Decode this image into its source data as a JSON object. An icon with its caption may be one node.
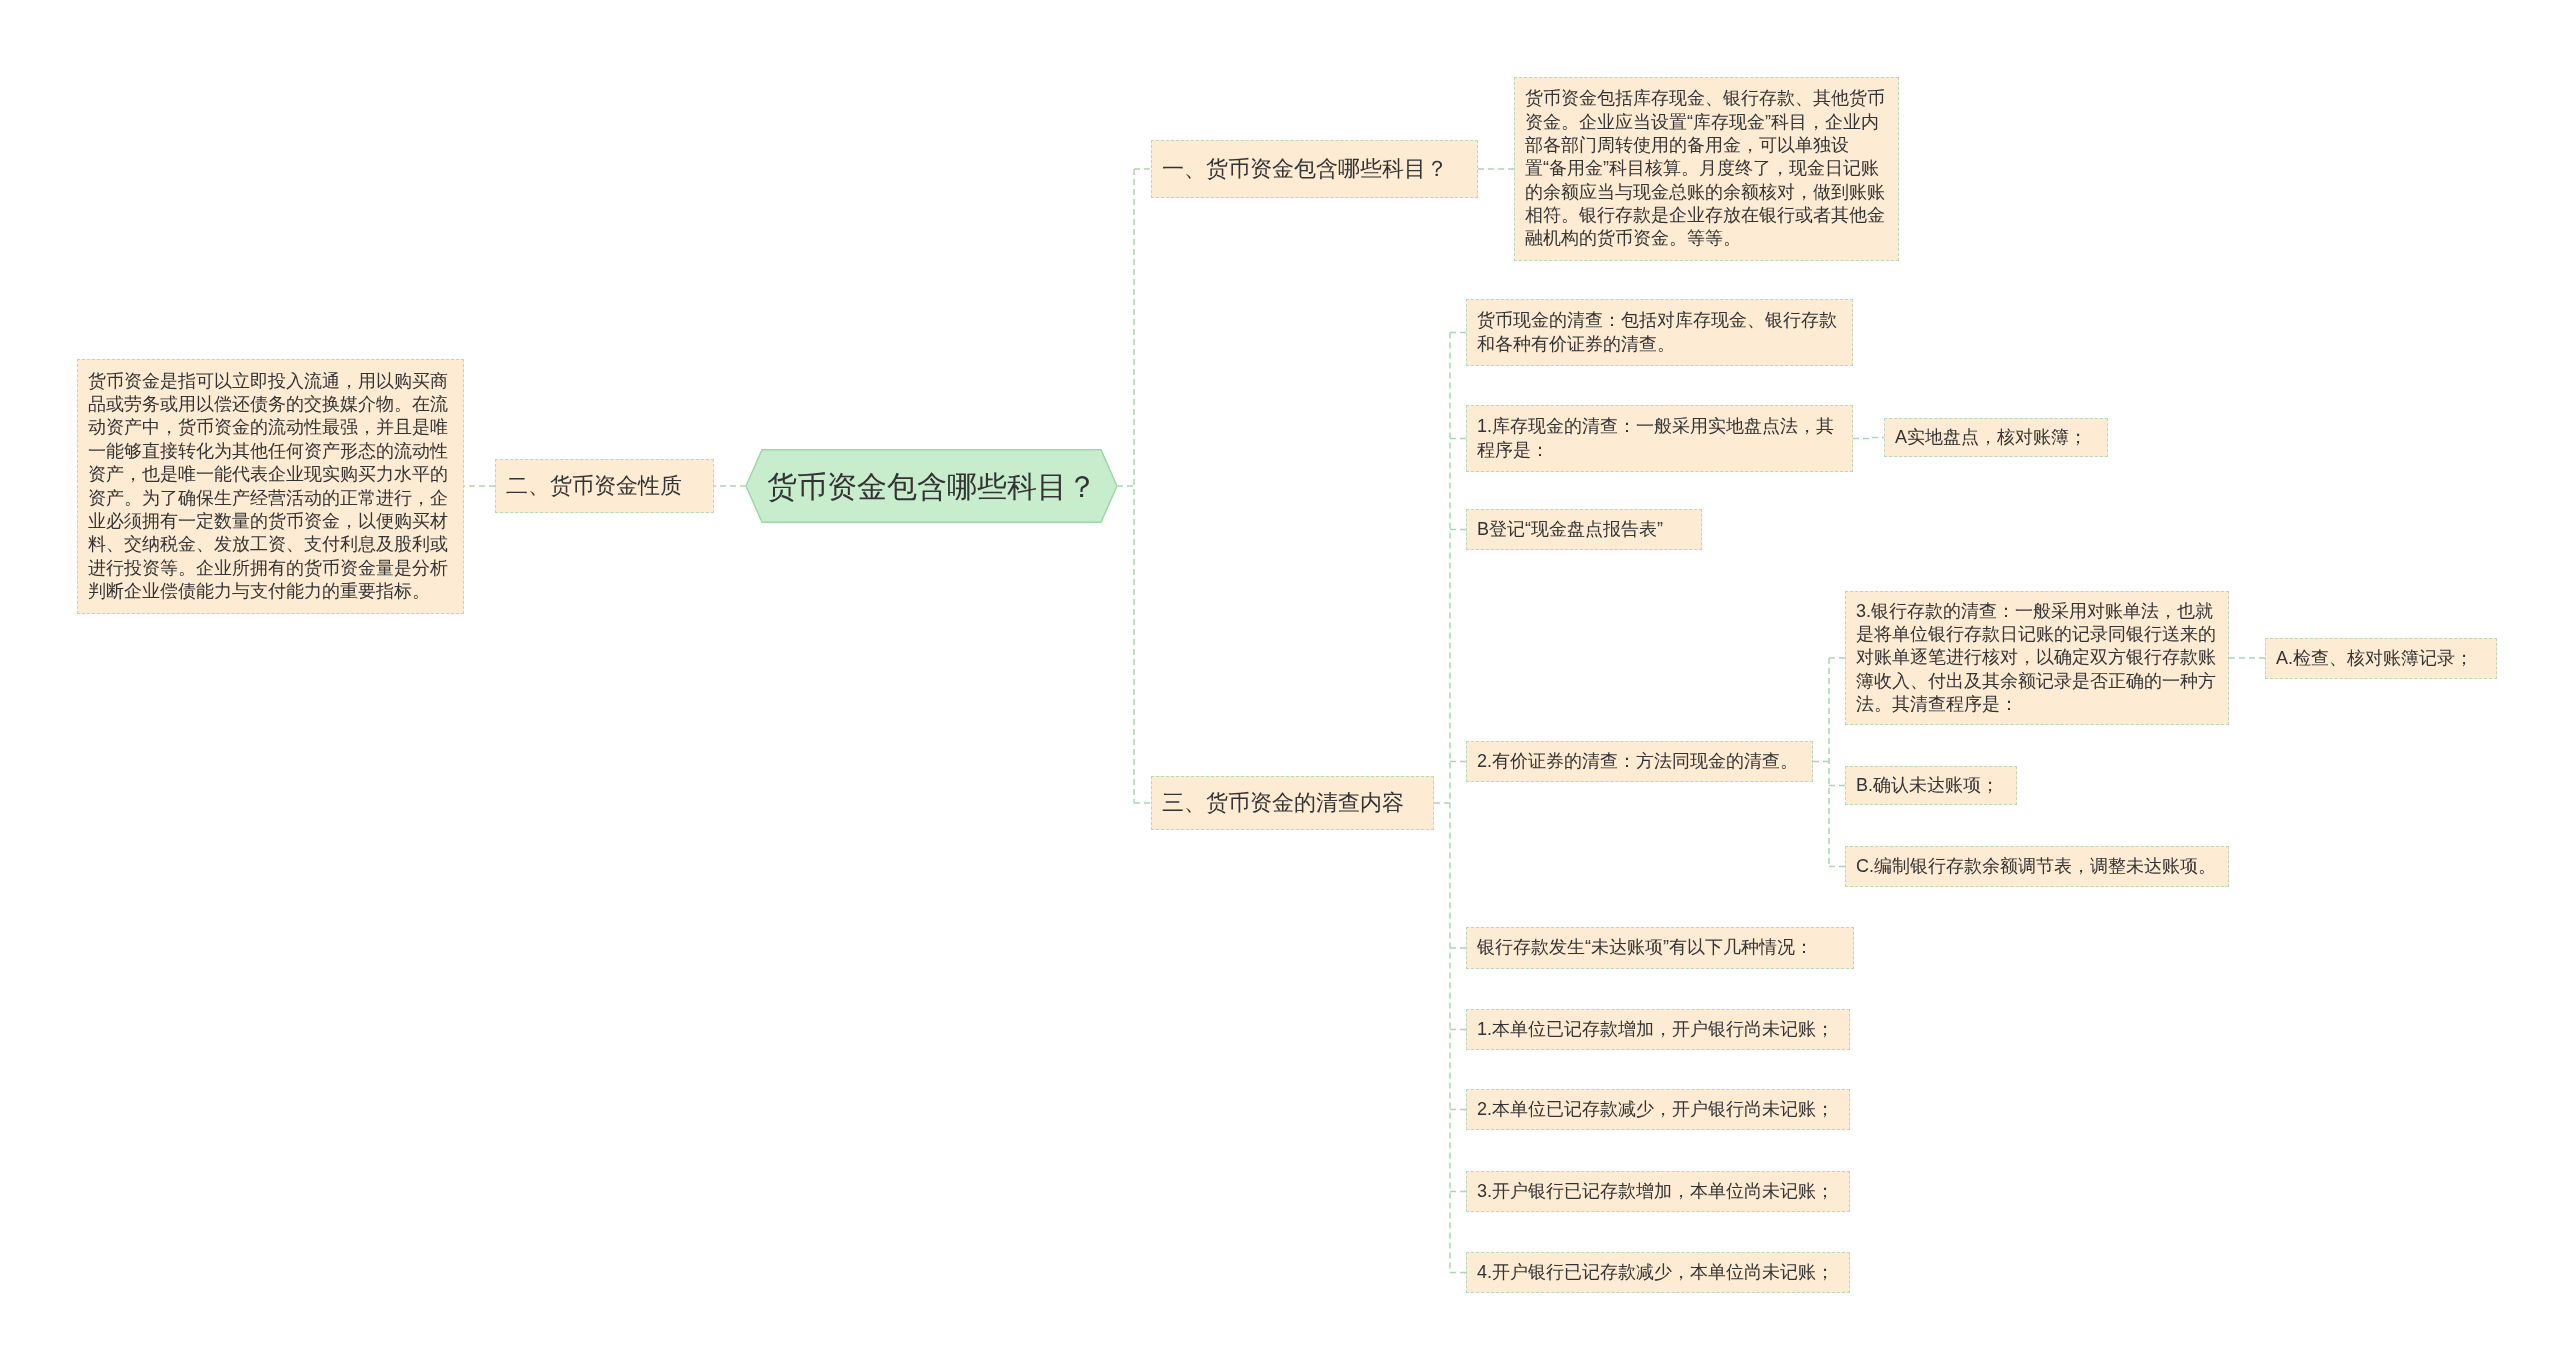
{
  "diagram": {
    "nodes": [
      {
        "text": [
          "货币资金包含哪些科目？"
        ]
      },
      {
        "text": [
          "一、货币资金包含哪些科目？"
        ]
      },
      {
        "text": [
          "货币资金包括库存现金、银行存款、其他货币资金。企业应当设置“库存现金”科目，企业内部各部门周转使用的备用金，可以单独设置“备用金”科目核算。月度终了，现金日记账的余额应当与现金总账的余额核对，做到账账相符。银行存款是企业存放在银行或者其他金融机构的货币资金。等等。"
        ]
      },
      {
        "text": [
          "二、货币资金性质"
        ]
      },
      {
        "text": [
          "货币资金是指可以立即投入流通，用以购买商品或劳务或用以偿还债务的交换媒介物。在流动资产中，货币资金的流动性最强，并且是唯一能够直接转化为其他任何资产形态的流动性资产，也是唯一能代表企业现实购买力水平的资产。为了确保生产经营活动的正常进行，企业必须拥有一定数量的货币资金，以便购买材料、交纳税金、发放工资、支付利息及股利或进行投资等。企业所拥有的货币资金量是分析判断企业偿债能力与支付能力的重要指标。"
        ]
      },
      {
        "text": [
          "三、货币资金的清查内容"
        ]
      },
      {
        "text": [
          "货币现金的清查：包括对库存现金、银行存款和各种有价证券的清查。"
        ]
      },
      {
        "text": [
          "1.库存现金的清查：一般采用实地盘点法，其程序是："
        ]
      },
      {
        "text": [
          "A实地盘点，核对账簿；"
        ]
      },
      {
        "text": [
          "B登记“现金盘点报告表”"
        ]
      },
      {
        "text": [
          "2.有价证券的清查：方法同现金的清查。"
        ]
      },
      {
        "text": [
          "3.银行存款的清查：一般采用对账单法，也就是将单位银行存款日记账的记录同银行送来的对账单逐笔进行核对，以确定双方银行存款账簿收入、付出及其余额记录是否正确的一种方法。其清查程序是："
        ]
      },
      {
        "text": [
          "A.检查、核对账簿记录；"
        ]
      },
      {
        "text": [
          "B.确认未达账项；"
        ]
      },
      {
        "text": [
          "C.编制银行存款余额调节表，调整未达账项。"
        ]
      },
      {
        "text": [
          "银行存款发生“未达账项”有以下几种情况："
        ]
      },
      {
        "text": [
          "1.本单位已记存款增加，开户银行尚未记账；"
        ]
      },
      {
        "text": [
          "2.本单位已记存款减少，开户银行尚未记账；"
        ]
      },
      {
        "text": [
          "3.开户银行已记存款增加，本单位尚未记账；"
        ]
      },
      {
        "text": [
          "4.开户银行已记存款减少，本单位尚未记账；"
        ]
      }
    ],
    "edges": [
      {
        "from": 0,
        "to": 1,
        "arrow": "none"
      },
      {
        "from": 1,
        "to": 2,
        "arrow": "none"
      },
      {
        "from": 0,
        "to": 3,
        "arrow": "none"
      },
      {
        "from": 3,
        "to": 4,
        "arrow": "none"
      },
      {
        "from": 0,
        "to": 5,
        "arrow": "none"
      },
      {
        "from": 5,
        "to": 6,
        "arrow": "none"
      },
      {
        "from": 5,
        "to": 7,
        "arrow": "none"
      },
      {
        "from": 7,
        "to": 8,
        "arrow": "none"
      },
      {
        "from": 5,
        "to": 9,
        "arrow": "none"
      },
      {
        "from": 5,
        "to": 10,
        "arrow": "none"
      },
      {
        "from": 10,
        "to": 11,
        "arrow": "none"
      },
      {
        "from": 11,
        "to": 12,
        "arrow": "none"
      },
      {
        "from": 10,
        "to": 13,
        "arrow": "none"
      },
      {
        "from": 10,
        "to": 14,
        "arrow": "none"
      },
      {
        "from": 5,
        "to": 15,
        "arrow": "none"
      },
      {
        "from": 5,
        "to": 16,
        "arrow": "none"
      },
      {
        "from": 5,
        "to": 17,
        "arrow": "none"
      },
      {
        "from": 5,
        "to": 18,
        "arrow": "none"
      },
      {
        "from": 5,
        "to": 19,
        "arrow": "none"
      }
    ]
  }
}
